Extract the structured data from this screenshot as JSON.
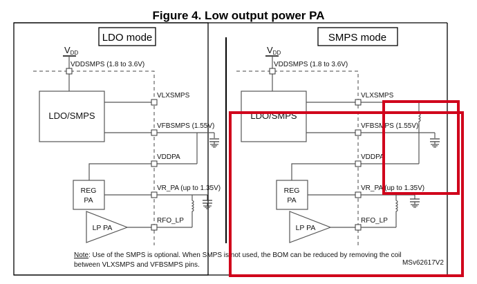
{
  "figure": {
    "title": "Figure 4. Low output power PA",
    "reference_id": "MSv62617V2"
  },
  "panels": [
    {
      "mode_label": "LDO mode",
      "supply_label_main": "V",
      "supply_label_sub": "DD",
      "blocks": {
        "regulator": "LDO/SMPS",
        "reg_pa_line1": "REG",
        "reg_pa_line2": "PA",
        "lp_pa": "LP PA"
      },
      "pins": [
        "VDDSMPS (1.8 to 3.6V)",
        "VLXSMPS",
        "VFBSMPS (1.55V)",
        "VDDPA",
        "VR_PA (up to 1.35V)",
        "RFO_LP"
      ]
    },
    {
      "mode_label": "SMPS mode",
      "supply_label_main": "V",
      "supply_label_sub": "DD",
      "blocks": {
        "regulator": "LDO/SMPS",
        "reg_pa_line1": "REG",
        "reg_pa_line2": "PA",
        "lp_pa": "LP PA"
      },
      "pins": [
        "VDDSMPS (1.8 to 3.6V)",
        "VLXSMPS",
        "VFBSMPS (1.55V)",
        "VDDPA",
        "VR_PA (up to 1.35V)",
        "RFO_LP"
      ]
    }
  ],
  "note": {
    "prefix": "Note",
    "line1": ": Use of the SMPS is optional. When SMPS is not used, the BOM can be reduced by removing the coil",
    "line2": "between VLXSMPS and VFBSMPS pins."
  },
  "annotations": {
    "highlight_color": "#d0021b"
  }
}
